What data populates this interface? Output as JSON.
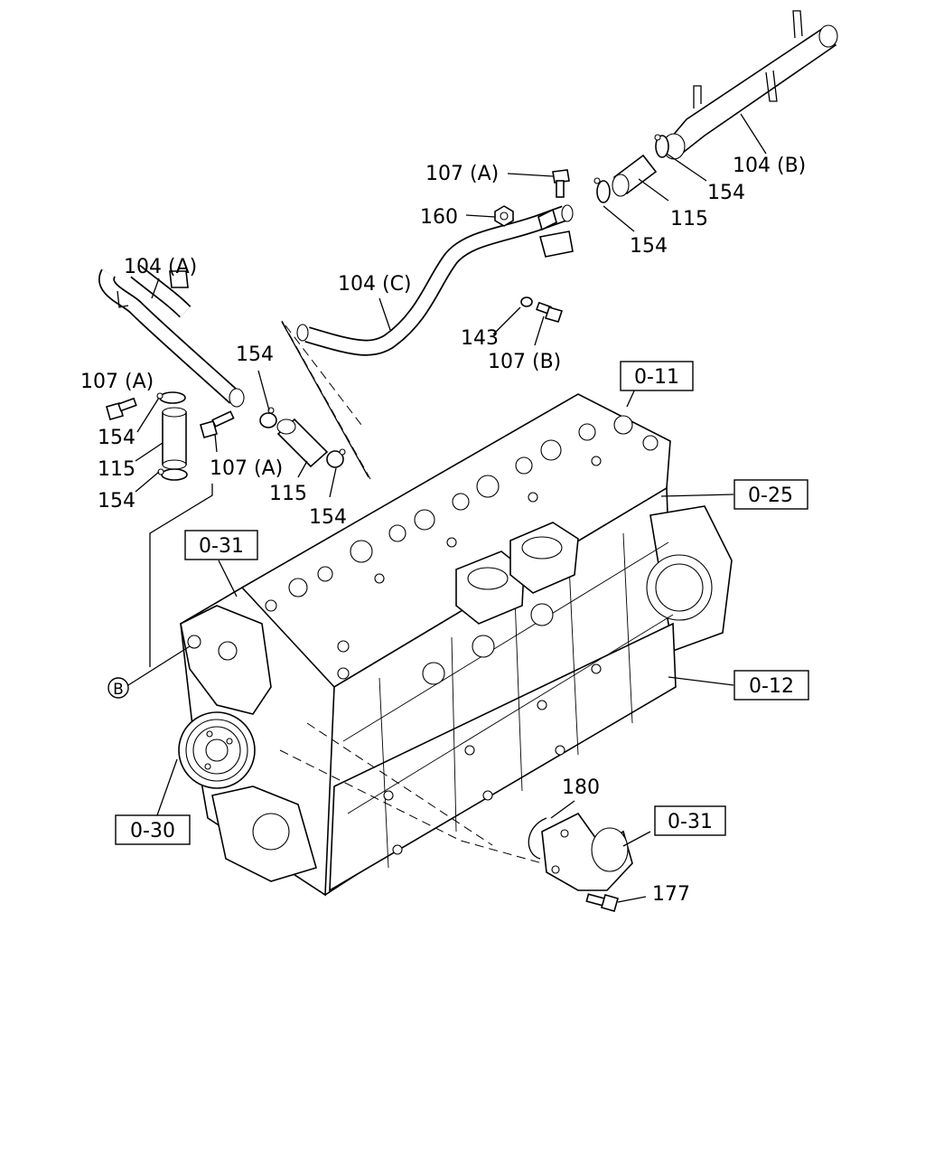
{
  "part_labels": [
    {
      "id": "104c",
      "text": "104 (C)"
    },
    {
      "id": "104a",
      "text": "104 (A)"
    },
    {
      "id": "104b",
      "text": "104 (B)"
    },
    {
      "id": "107a_top",
      "text": "107 (A)"
    },
    {
      "id": "107a_left",
      "text": "107 (A)"
    },
    {
      "id": "107a_mid",
      "text": "107 (A)"
    },
    {
      "id": "107b",
      "text": "107 (B)"
    },
    {
      "id": "160",
      "text": "160"
    },
    {
      "id": "143",
      "text": "143"
    },
    {
      "id": "154_r1",
      "text": "154"
    },
    {
      "id": "154_r2",
      "text": "154"
    },
    {
      "id": "154_l1",
      "text": "154"
    },
    {
      "id": "154_l2",
      "text": "154"
    },
    {
      "id": "154_m1",
      "text": "154"
    },
    {
      "id": "154_m2",
      "text": "154"
    },
    {
      "id": "115_r",
      "text": "115"
    },
    {
      "id": "115_l",
      "text": "115"
    },
    {
      "id": "115_m",
      "text": "115"
    },
    {
      "id": "180",
      "text": "180"
    },
    {
      "id": "177",
      "text": "177"
    }
  ],
  "reference_boxes": [
    {
      "id": "011",
      "text": "0-11"
    },
    {
      "id": "025",
      "text": "0-25"
    },
    {
      "id": "031_top",
      "text": "0-31"
    },
    {
      "id": "012",
      "text": "0-12"
    },
    {
      "id": "030",
      "text": "0-30"
    },
    {
      "id": "031_bot",
      "text": "0-31"
    }
  ],
  "callout_b": "B"
}
